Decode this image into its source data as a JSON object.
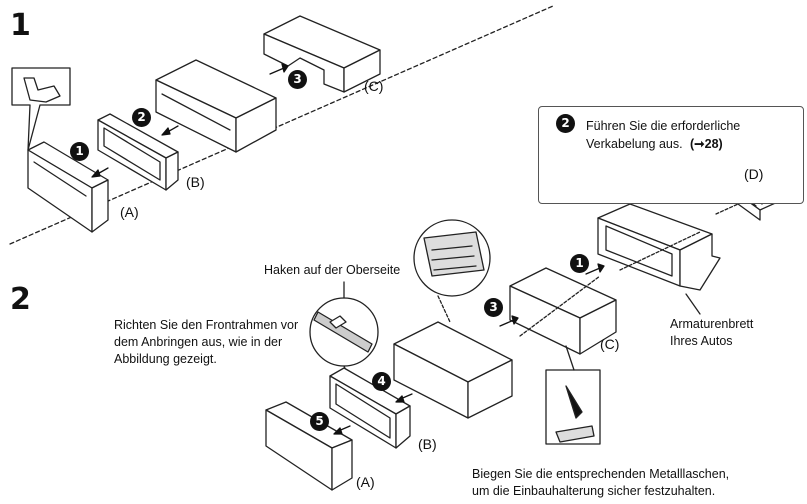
{
  "section1": {
    "number": "1"
  },
  "section2": {
    "number": "2"
  },
  "step_markers": {
    "s1_1": "1",
    "s1_2": "2",
    "s1_3": "3",
    "s2_1": "1",
    "s2_2": "2",
    "s2_3": "3",
    "s2_4": "4",
    "s2_5": "5"
  },
  "parts": {
    "a1": "(A)",
    "b1": "(B)",
    "c1": "(C)",
    "a2": "(A)",
    "b2": "(B)",
    "c2": "(C)",
    "d": "(D)"
  },
  "notes": {
    "hook": "Haken auf der Oberseite",
    "frame_line1": "Richten Sie den Frontrahmen vor",
    "frame_line2": "dem Anbringen aus, wie in der",
    "frame_line3": "Abbildung gezeigt.",
    "wiring_line1": "Führen Sie die erforderliche",
    "wiring_line2": "Verkabelung aus.",
    "wiring_ref": "(➞28)",
    "dashboard_line1": "Armaturenbrett",
    "dashboard_line2": "Ihres Autos",
    "tabs_line1": "Biegen Sie die entsprechenden Metalllaschen,",
    "tabs_line2": "um die Einbauhalterung sicher festzuhalten."
  }
}
